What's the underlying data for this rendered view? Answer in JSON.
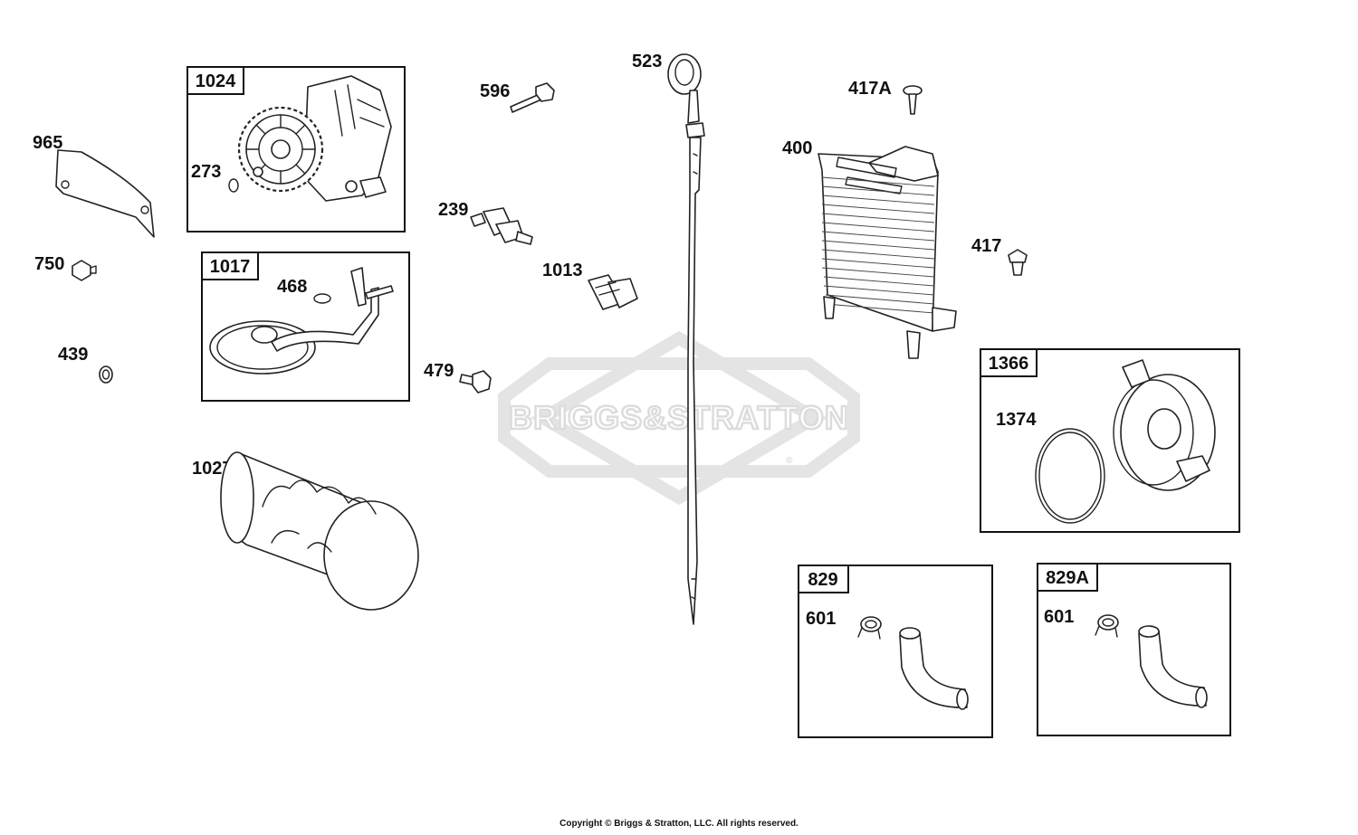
{
  "watermark": {
    "text": "BRIGGS&STRATTON",
    "mark": "®"
  },
  "copyright": "Copyright © Briggs & Stratton, LLC. All rights reserved.",
  "boxes": {
    "b1024": "1024",
    "b1017": "1017",
    "b1366": "1366",
    "b829": "829",
    "b829A": "829A"
  },
  "labels": {
    "p965": "965",
    "p273": "273",
    "p750": "750",
    "p468": "468",
    "p439": "439",
    "p1027": "1027",
    "p596": "596",
    "p239": "239",
    "p1013": "1013",
    "p479": "479",
    "p523": "523",
    "p417A": "417A",
    "p400": "400",
    "p417": "417",
    "p1374": "1374",
    "p601a": "601",
    "p601b": "601"
  }
}
